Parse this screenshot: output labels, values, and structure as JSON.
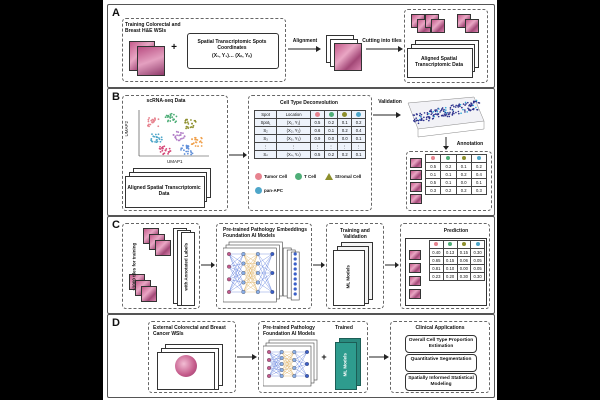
{
  "panels": {
    "A": {
      "label": "A",
      "wsi_title": "Training Colorectal and Breast H&E WSIs",
      "spots_title": "Spatial Transcriptomic Spots Coordinates",
      "spots_coords": "(X₁, Y₁)… (Xₙ, Yₙ)",
      "plus": "+",
      "alignment": "Alignment",
      "cutting": "Cutting into tiles",
      "aligned": "Aligned Spatial Transcriptomic Data"
    },
    "B": {
      "label": "B",
      "scrna": "scRNA-seq Data",
      "umap2": "UMAP2",
      "umap1": "UMAP1",
      "aligned": "Aligned Spatial Transcriptomic Data",
      "deconv_title": "Cell Type Deconvolution",
      "table_headers": [
        "Spot",
        "Location"
      ],
      "table_rows": [
        [
          "Spot₁",
          "(X₁, Y₁)",
          "0.5",
          "0.2",
          "0.1",
          "0.2"
        ],
        [
          "S₂",
          "(X₂, Y₂)",
          "0.6",
          "0.1",
          "0.2",
          "0.4"
        ],
        [
          "S₃",
          "(X₃, Y₃)",
          "0.9",
          "0.0",
          "0.0",
          "0.1"
        ],
        [
          "⋮",
          "⋮",
          "⋮",
          "⋮",
          "⋮",
          "⋮"
        ],
        [
          "Sₙ",
          "(Xₙ, Yₙ)",
          "0.5",
          "0.2",
          "0.2",
          "0.1"
        ]
      ],
      "legend": [
        "Tumor Cell",
        "T Cell",
        "Stromal Cell",
        "pan-APC"
      ],
      "validation": "Validation",
      "annotation": "Annotation",
      "anno_rows": [
        [
          "0.5",
          "0.2",
          "0.1",
          "0.2"
        ],
        [
          "0.1",
          "0.1",
          "0.2",
          "0.4"
        ],
        [
          "0.5",
          "0.1",
          "0.0",
          "0.1"
        ],
        [
          "0.3",
          "0.2",
          "0.2",
          "0.3"
        ]
      ]
    },
    "C": {
      "label": "C",
      "side_labels": [
        "~1000 tiles for training",
        "with Annotated Labels"
      ],
      "foundation": "Pre-trained Pathology Foundation AI Models",
      "embeddings": "Embeddings",
      "training": "Training and Validation",
      "ml": "ML Models",
      "prediction": "Prediction",
      "pred_rows": [
        [
          "0.40",
          "0.13",
          "0.15",
          "0.30"
        ],
        [
          "0.65",
          "0.15",
          "0.06",
          "0.05"
        ],
        [
          "0.81",
          "0.10",
          "0.00",
          "0.05"
        ],
        [
          "0.23",
          "0.20",
          "0.30",
          "0.30"
        ]
      ]
    },
    "D": {
      "label": "D",
      "external": "External Colorectal and Breast Cancer WSIs",
      "foundation": "Pre-trained Pathology Foundation AI Models",
      "trained": "Trained",
      "ml": "ML Models",
      "plus": "+",
      "clinical": "Clinical Applications",
      "apps": [
        "Overall Cell Type Proportion Estimation",
        "Quantitative Segmentation",
        "Spatially Informed Statistical Modeling"
      ]
    }
  },
  "colors": {
    "tumor": "#e7838f",
    "tcell": "#4fae78",
    "stromal": "#8d8f2c",
    "apc": "#4ea6c9",
    "ml": "#2e9c8e"
  }
}
